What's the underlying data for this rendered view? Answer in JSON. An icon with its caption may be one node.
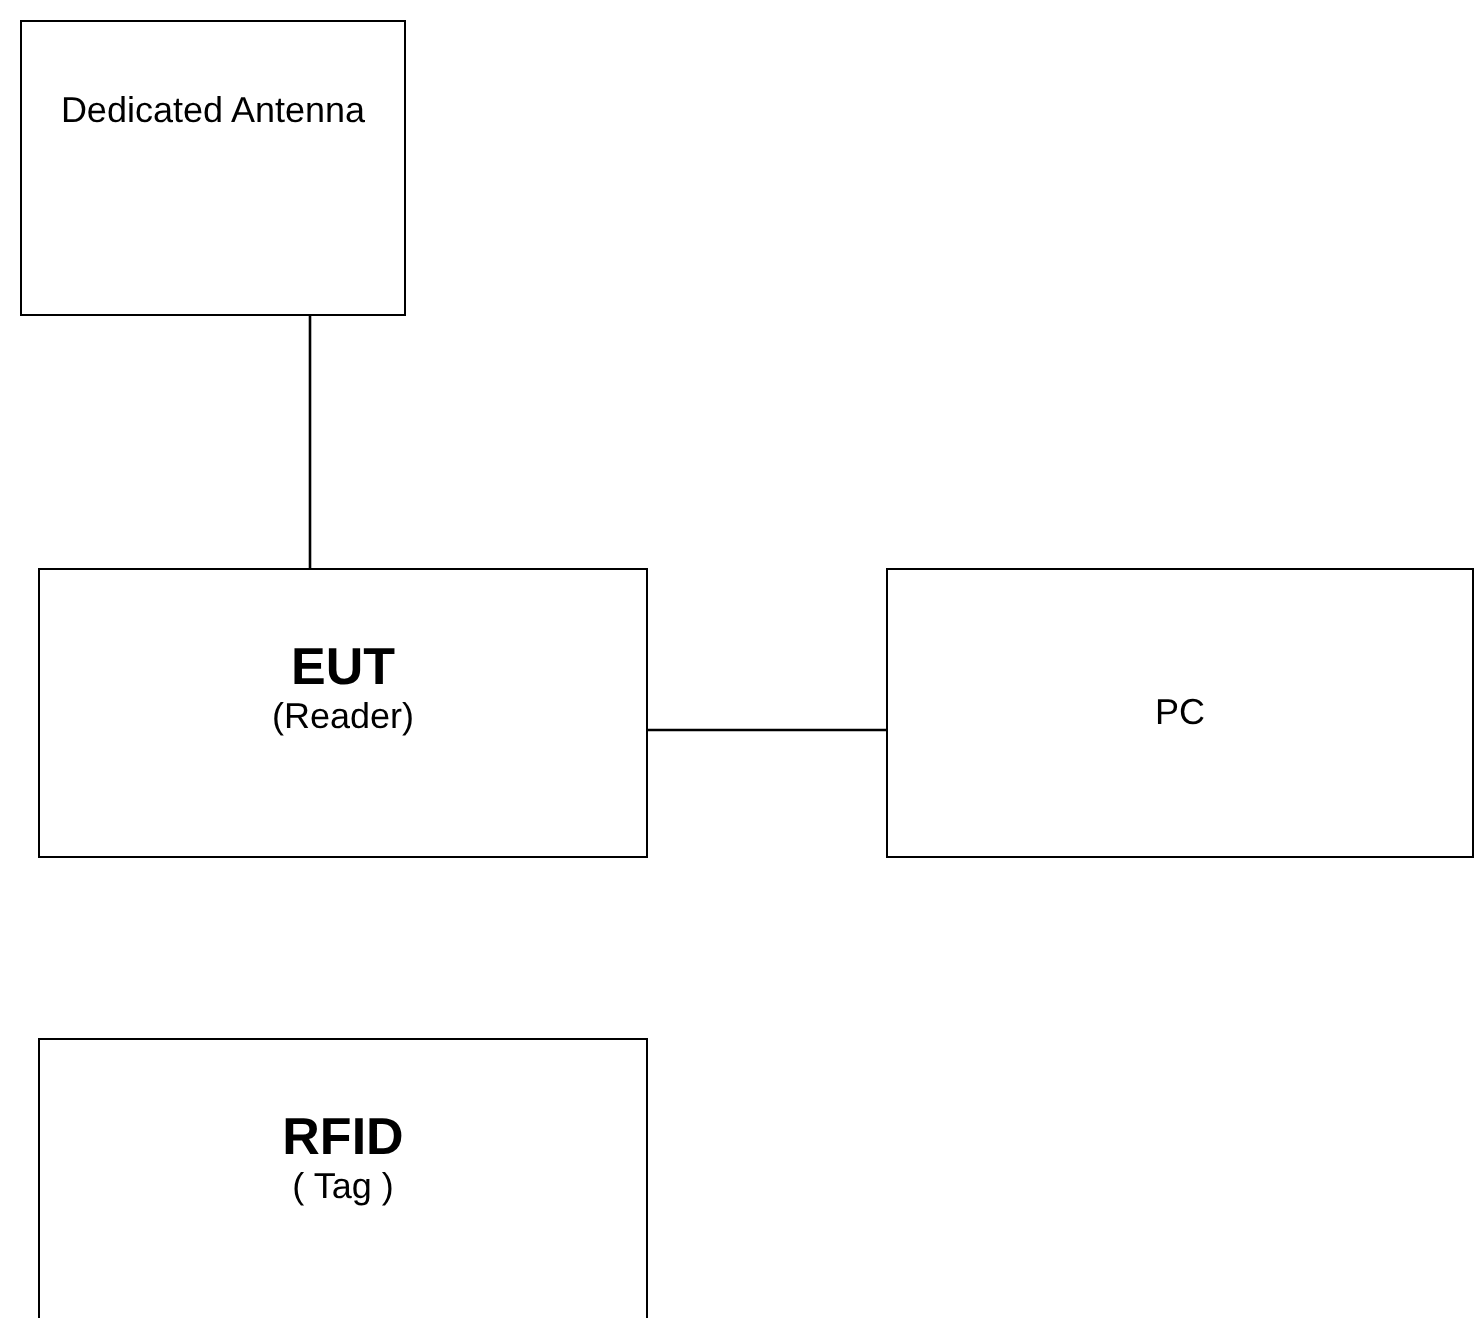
{
  "diagram": {
    "nodes": [
      {
        "text": [
          "Dedicated Antenna"
        ]
      },
      {
        "text": [
          "EUT",
          "(Reader)"
        ]
      },
      {
        "text": [
          "PC"
        ]
      },
      {
        "text": [
          "RFID",
          "( Tag )"
        ]
      }
    ],
    "edges": [
      {
        "from": 0,
        "to": 1,
        "arrow": "none"
      },
      {
        "from": 1,
        "to": 2,
        "arrow": "none"
      }
    ]
  }
}
